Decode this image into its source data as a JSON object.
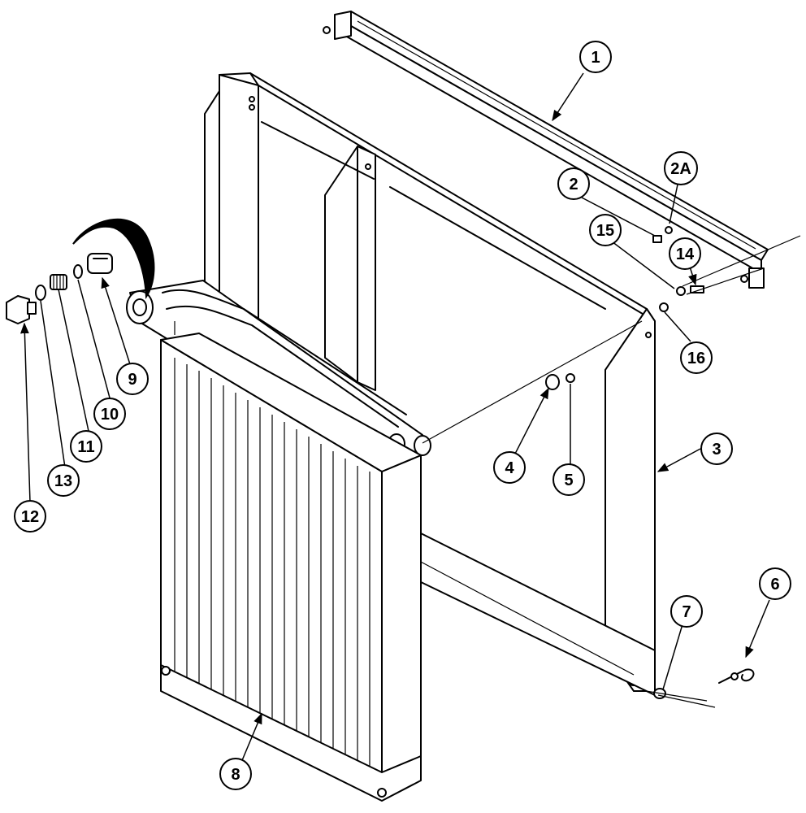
{
  "callouts": [
    {
      "id": "1",
      "label": "1"
    },
    {
      "id": "2",
      "label": "2"
    },
    {
      "id": "2A",
      "label": "2A"
    },
    {
      "id": "3",
      "label": "3"
    },
    {
      "id": "4",
      "label": "4"
    },
    {
      "id": "5",
      "label": "5"
    },
    {
      "id": "6",
      "label": "6"
    },
    {
      "id": "7",
      "label": "7"
    },
    {
      "id": "8",
      "label": "8"
    },
    {
      "id": "9",
      "label": "9"
    },
    {
      "id": "10",
      "label": "10"
    },
    {
      "id": "11",
      "label": "11"
    },
    {
      "id": "12",
      "label": "12"
    },
    {
      "id": "13",
      "label": "13"
    },
    {
      "id": "14",
      "label": "14"
    },
    {
      "id": "15",
      "label": "15"
    },
    {
      "id": "16",
      "label": "16"
    }
  ],
  "colors": {
    "ink": "#000000",
    "paper": "#ffffff"
  }
}
